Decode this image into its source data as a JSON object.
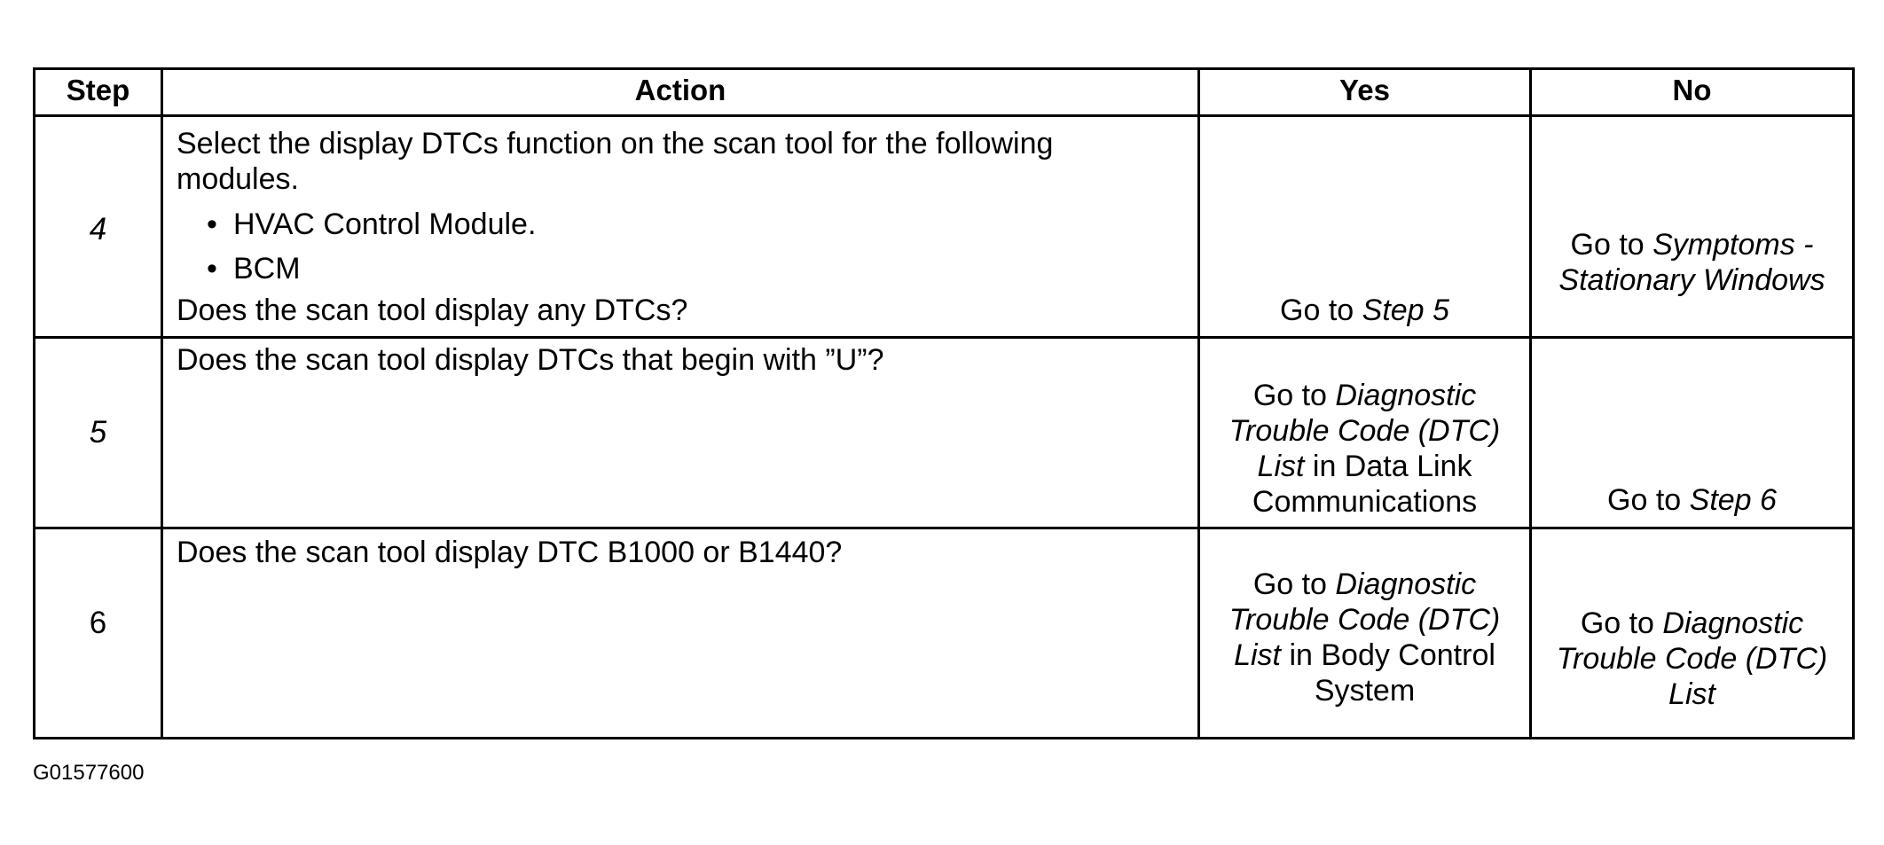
{
  "table": {
    "headers": {
      "step": "Step",
      "action": "Action",
      "yes": "Yes",
      "no": "No"
    },
    "rows": [
      {
        "step": "4",
        "action_intro": "Select the display DTCs function on the scan tool for the following modules.",
        "action_bullets": [
          "HVAC Control Module.",
          "BCM"
        ],
        "action_question": "Does the scan tool display any DTCs?",
        "yes": {
          "prefix": "Go to ",
          "ref": "Step 5",
          "suffix": ""
        },
        "no": {
          "prefix": "Go to ",
          "ref": "Symptoms - Stationary Windows",
          "suffix": ""
        }
      },
      {
        "step": "5",
        "action_question": "Does the scan tool display DTCs that begin with ”U”?",
        "yes": {
          "prefix": "Go to ",
          "ref": "Diagnostic Trouble Code (DTC) List",
          "suffix": " in Data Link Communications"
        },
        "no": {
          "prefix": "Go to ",
          "ref": "Step 6",
          "suffix": ""
        }
      },
      {
        "step": "6",
        "action_question": "Does the scan tool display DTC B1000 or B1440?",
        "yes": {
          "prefix": "Go to ",
          "ref": "Diagnostic Trouble Code (DTC) List",
          "suffix": " in Body Control System"
        },
        "no": {
          "prefix": "Go to ",
          "ref": "Diagnostic Trouble Code (DTC) List",
          "suffix": ""
        }
      }
    ]
  },
  "figure_id": "G01577600"
}
